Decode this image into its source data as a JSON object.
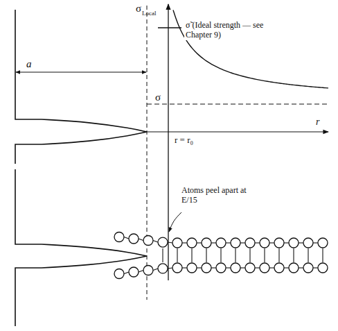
{
  "diagram": {
    "labels": [
      "σ",
      "Local",
      "σ̃ (Ideal strength — see Chapter 9)",
      "σ",
      "r = r₀",
      "r",
      "a",
      "Atoms peel apart at E/15"
    ]
  }
}
